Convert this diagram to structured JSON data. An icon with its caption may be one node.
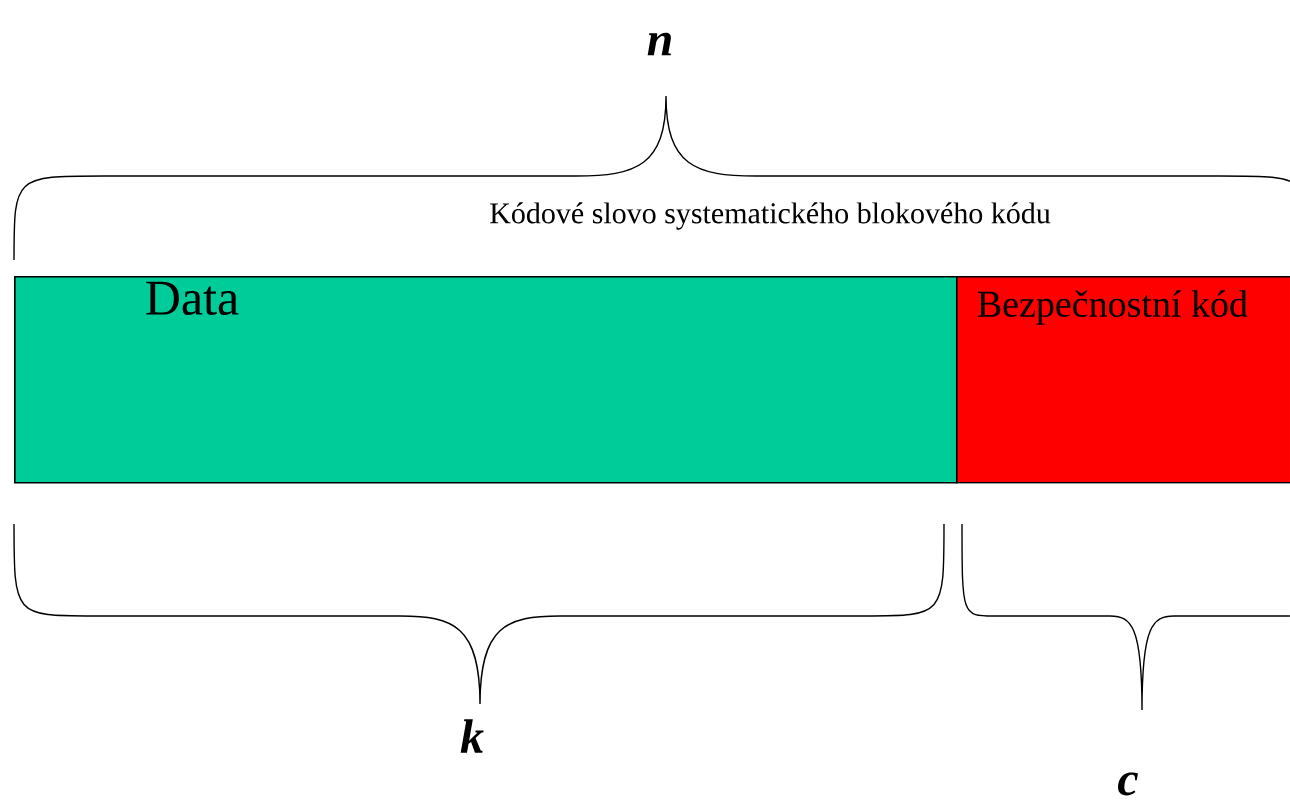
{
  "diagram": {
    "nodes": [
      {
        "text": [
          "Data"
        ]
      },
      {
        "text": [
          "Bezpečnostní kód"
        ]
      }
    ],
    "edges": [],
    "labels": [
      "n",
      "Kódové slovo systematického blokového kódu",
      "k",
      "c"
    ]
  }
}
